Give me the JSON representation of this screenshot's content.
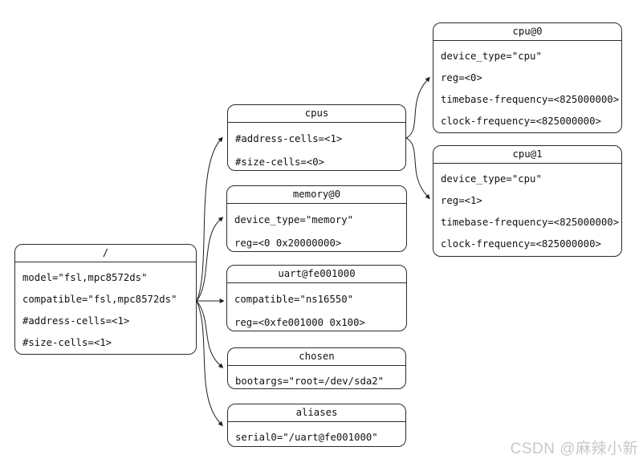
{
  "diagram_type": "device-tree",
  "nodes": {
    "root": {
      "title": "/",
      "props": [
        "model=\"fsl,mpc8572ds\"",
        "compatible=\"fsl,mpc8572ds\"",
        "#address-cells=<1>",
        "#size-cells=<1>"
      ]
    },
    "cpus": {
      "title": "cpus",
      "props": [
        "#address-cells=<1>",
        "#size-cells=<0>"
      ]
    },
    "memory": {
      "title": "memory@0",
      "props": [
        "device_type=\"memory\"",
        "reg=<0 0x20000000>"
      ]
    },
    "uart": {
      "title": "uart@fe001000",
      "props": [
        "compatible=\"ns16550\"",
        "reg=<0xfe001000 0x100>"
      ]
    },
    "chosen": {
      "title": "chosen",
      "props": [
        "bootargs=\"root=/dev/sda2\""
      ]
    },
    "aliases": {
      "title": "aliases",
      "props": [
        "serial0=\"/uart@fe001000\""
      ]
    },
    "cpu0": {
      "title": "cpu@0",
      "props": [
        "device_type=\"cpu\"",
        "reg=<0>",
        "timebase-frequency=<825000000>",
        "clock-frequency=<825000000>"
      ]
    },
    "cpu1": {
      "title": "cpu@1",
      "props": [
        "device_type=\"cpu\"",
        "reg=<1>",
        "timebase-frequency=<825000000>",
        "clock-frequency=<825000000>"
      ]
    }
  },
  "edges": [
    {
      "from": "/",
      "to": "cpus"
    },
    {
      "from": "/",
      "to": "memory@0"
    },
    {
      "from": "/",
      "to": "uart@fe001000"
    },
    {
      "from": "/",
      "to": "chosen"
    },
    {
      "from": "/",
      "to": "aliases"
    },
    {
      "from": "cpus",
      "to": "cpu@0"
    },
    {
      "from": "cpus",
      "to": "cpu@1"
    }
  ],
  "watermark": {
    "text": "CSDN @麻辣小新"
  },
  "colors": {
    "line": "#1f1f1f",
    "border": "#2b2b2b",
    "text": "#111111",
    "watermark": "#c9c9c9",
    "background": "#ffffff"
  }
}
